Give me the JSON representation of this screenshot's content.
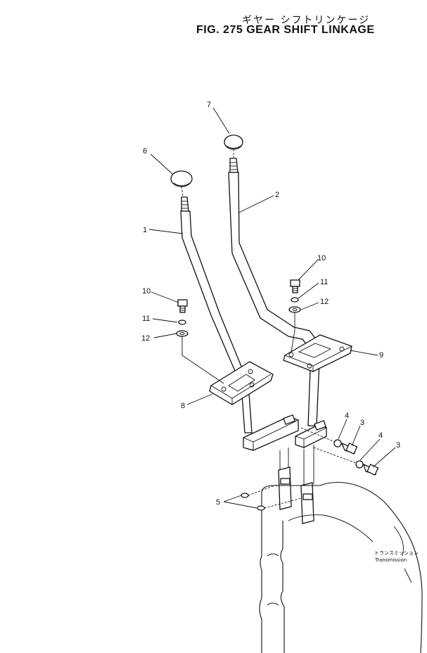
{
  "title": {
    "japanese": "ギヤー シフトリンケージ",
    "english": "FIG. 275  GEAR SHIFT LINKAGE"
  },
  "callouts": {
    "p1": "1",
    "p2": "2",
    "p3a": "3",
    "p3b": "3",
    "p4a": "4",
    "p4b": "4",
    "p5": "5",
    "p6": "6",
    "p7": "7",
    "p8": "8",
    "p9": "9",
    "p10a": "10",
    "p10b": "10",
    "p11a": "11",
    "p11b": "11",
    "p12a": "12",
    "p12b": "12"
  },
  "transmission_label": {
    "japanese": "トランスミッション",
    "english": "Transmission"
  }
}
